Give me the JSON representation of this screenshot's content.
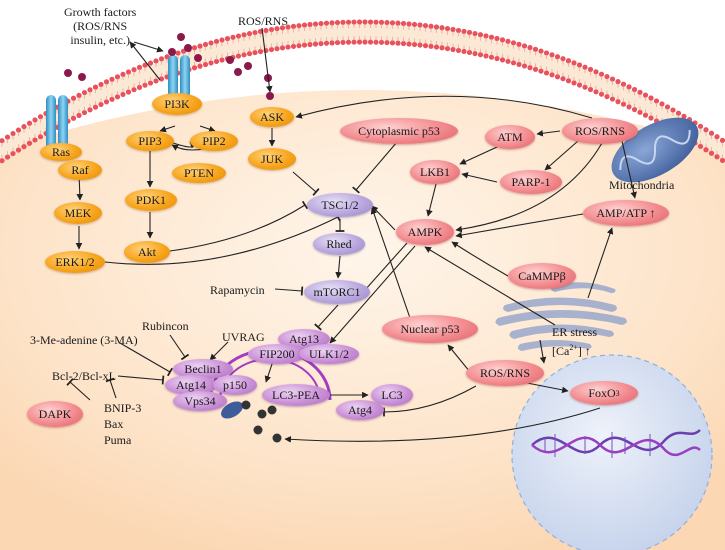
{
  "labels": {
    "growth_factors": [
      "Growth factors",
      "(ROS/RNS",
      "insulin, etc.)"
    ],
    "ros_rns_top": "ROS/RNS",
    "rapamycin": "Rapamycin",
    "rubicon": "Rubincon",
    "uvrag": "UVRAG",
    "three_ma": "3-Me-adenine (3-MA)",
    "bcl2": "Bcl-2/Bcl-xL",
    "bnip3": "BNIP-3",
    "bax": "Bax",
    "puma": "Puma",
    "mitochondria": "Mitochondria",
    "er_stress": "ER stress",
    "ca_text": "[Ca",
    "ca_sup": "2+",
    "ca_end": "] ↑"
  },
  "nodes": {
    "ras": "Ras",
    "raf": "Raf",
    "mek": "MEK",
    "erk": "ERK1/2",
    "pi3k": "PI3K",
    "pip3": "PIP3",
    "pip2": "PIP2",
    "pten": "PTEN",
    "pdk1": "PDK1",
    "akt": "Akt",
    "ask": "ASK",
    "juk": "JUK",
    "tsc": "TSC1/2",
    "rhed": "Rhed",
    "mtorc1": "mTORC1",
    "cyto_p53": "Cytoplasmic p53",
    "atm": "ATM",
    "ros_rns_right": "ROS/RNS",
    "lkb1": "LKB1",
    "parp1": "PARP-1",
    "ampk": "AMPK",
    "amp_atp": "AMP/ATP ↑",
    "cammp": "CaMMPβ",
    "nuclear_p53": "Nuclear p53",
    "ros_rns_bottom": "ROS/RNS",
    "foxo3": "FoxO",
    "foxo3_sub": "3",
    "atg13": "Atg13",
    "fip200": "FIP200",
    "ulk": "ULK1/2",
    "beclin1": "Beclin1",
    "atg14": "Atg14",
    "p150": "p150",
    "vps34": "Vps34",
    "lc3pea": "LC3-PEA",
    "lc3": "LC3",
    "atg4": "Atg4",
    "dapk": "DAPK"
  },
  "colors": {
    "membrane_outer": "#e8525c",
    "membrane_inner": "#fbe9d6",
    "cytoplasm": "#fde3c8",
    "orange_node": "#f7a41c",
    "red_node": "#f28a8e",
    "purple_node": "#c990d6",
    "violet_node": "#b8a6dd",
    "ligand": "#8b1a4a",
    "receptor": "#4fb3e0",
    "autophagosome": "#a43cc0",
    "nucleus": "#c9d7ee"
  }
}
